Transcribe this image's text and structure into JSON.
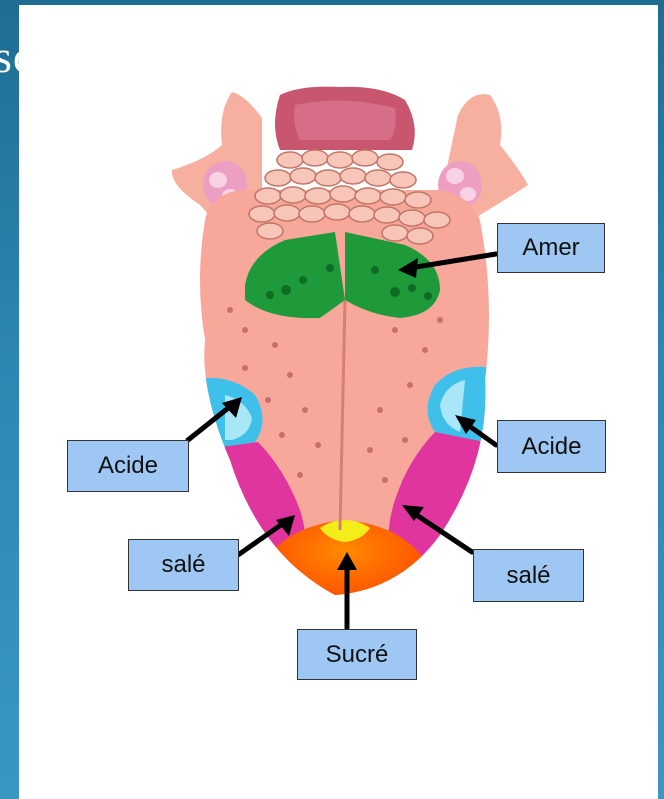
{
  "slide": {
    "title_fragment": "sc"
  },
  "tongue": {
    "colors": {
      "bitter": "#1f9a3a",
      "sour": "#3fc0ea",
      "salty": "#e0349f",
      "sweet_core": "#ff6a00",
      "sweet_tip": "#f2ee1a",
      "sweet_edge": "#d80c1a",
      "tongue_base": "#f7a89a",
      "arrow": "#000000"
    }
  },
  "labels": {
    "amer": "Amer",
    "acide_left": "Acide",
    "acide_right": "Acide",
    "sale_left": "salé",
    "sale_right": "salé",
    "sucre": "Sucré"
  }
}
